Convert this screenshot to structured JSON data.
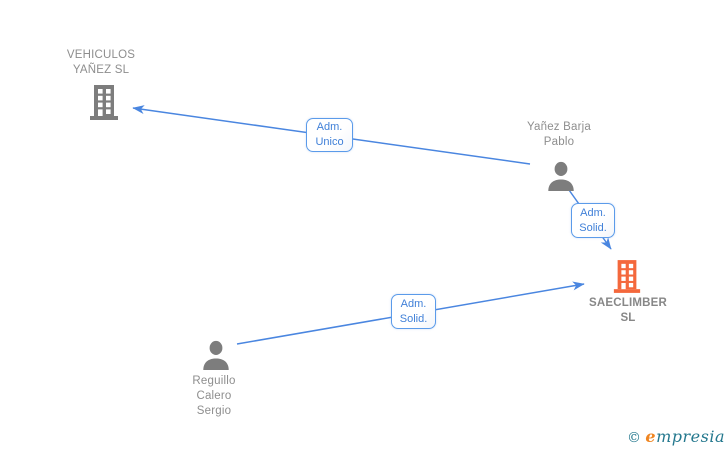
{
  "diagram": {
    "type": "corporate-relationship-graph",
    "nodes": [
      {
        "id": "vehiculos",
        "type": "company",
        "label": "VEHICULOS\nYAÑEZ SL",
        "icon": "building-icon",
        "color": "#7d7d7d"
      },
      {
        "id": "yanez",
        "type": "person",
        "label": "Yañez Barja\nPablo",
        "icon": "person-icon",
        "color": "#7d7d7d"
      },
      {
        "id": "saeclimber",
        "type": "company",
        "label": "SAECLIMBER\nSL",
        "icon": "building-icon",
        "color": "#f4683c"
      },
      {
        "id": "reguillo",
        "type": "person",
        "label": "Reguillo\nCalero\nSergio",
        "icon": "person-icon",
        "color": "#7d7d7d"
      }
    ],
    "edges": [
      {
        "from": "yanez",
        "to": "vehiculos",
        "label": "Adm.\nUnico"
      },
      {
        "from": "yanez",
        "to": "saeclimber",
        "label": "Adm.\nSolid."
      },
      {
        "from": "reguillo",
        "to": "saeclimber",
        "label": "Adm.\nSolid."
      }
    ]
  },
  "colors": {
    "edge_blue": "#4a86e0",
    "edge_label_text_blue": "#4080d8",
    "edge_label_border_blue": "#5b9bea",
    "node_icon_gray": "#7d7d7d",
    "node_label_gray": "#8e8e8e",
    "company_accent_orange": "#f4683c",
    "watermark_teal": "#24788e",
    "watermark_orange": "#ef8521",
    "background": "#ffffff"
  },
  "watermark": {
    "copyright": "©",
    "brand_first": "e",
    "brand_rest": "mpresia"
  }
}
